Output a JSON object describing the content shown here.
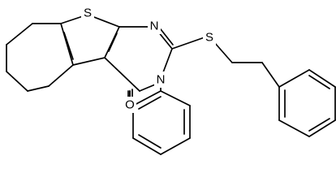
{
  "atoms": {
    "s1": "S",
    "n1": "N",
    "s2": "S",
    "n2": "N",
    "o1": "O"
  },
  "colors": {
    "bond": "#000000",
    "background": "#ffffff"
  }
}
